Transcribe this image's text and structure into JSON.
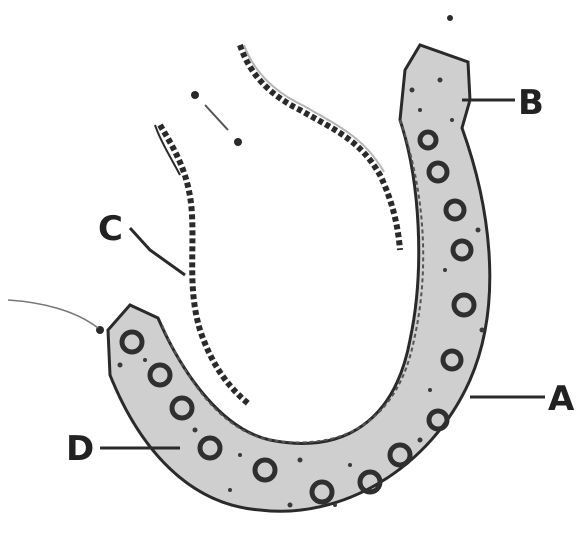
{
  "diagram": {
    "labels": {
      "a": "A",
      "b": "B",
      "c": "C",
      "d": "D"
    },
    "colors": {
      "ink": "#2a2a2a",
      "tissue": "#c9c9c9",
      "tissue_dark": "#9e9e9e",
      "nucleus": "#3a3a3a",
      "background": "#ffffff"
    }
  }
}
